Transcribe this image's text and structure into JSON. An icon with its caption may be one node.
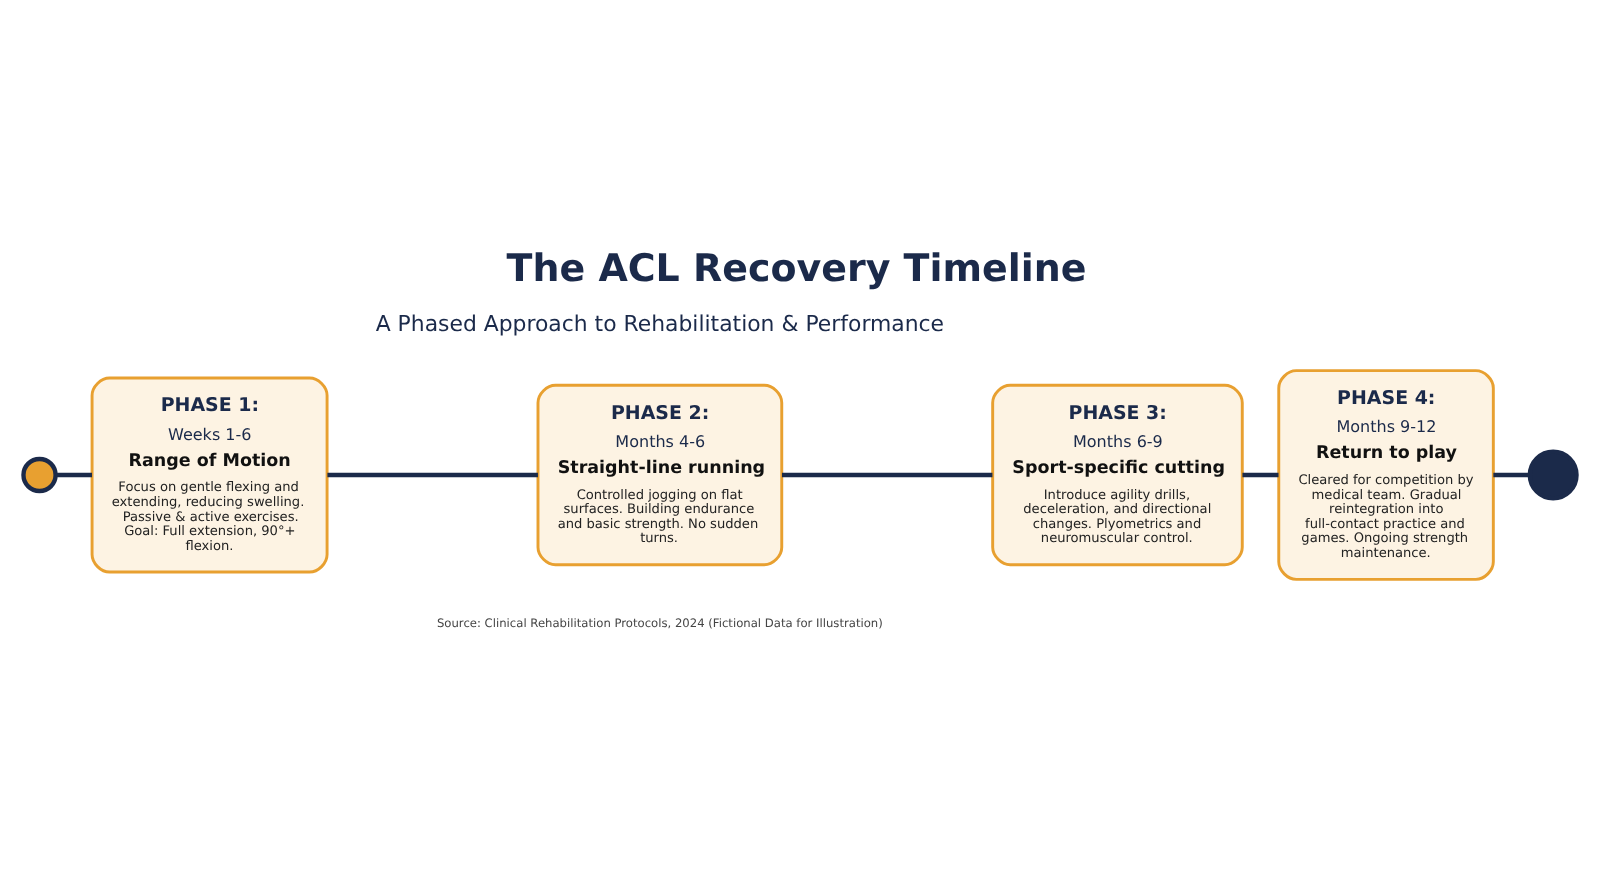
{
  "diagram": {
    "title": "The ACL Recovery Timeline",
    "nodes": [
      {
        "text": [],
        "shape": "circle"
      },
      {
        "text": [
          "PHASE 1:",
          "Weeks 1-6",
          "Range of Motion",
          "Focus on gentle flexing and extending, reducing swelling. Passive & active exercises. Goal: Full extension, 90°+ flexion."
        ]
      },
      {
        "text": [
          "PHASE 2:",
          "Months 4-6",
          "Straight-line running",
          "Controlled jogging on flat surfaces. Building endurance and basic strength. No sudden turns."
        ]
      },
      {
        "text": [
          "PHASE 3:",
          "Months 6-9",
          "Sport-specific cutting",
          "Introduce agility drills, deceleration, and directional changes. Plyometrics and neuromuscular control."
        ]
      },
      {
        "text": [
          "PHASE 4:",
          "Months 9-12",
          "Return to play",
          "Cleared for competition by medical team. Gradual reintegration into full-contact practice and games. Ongoing strength maintenance."
        ]
      },
      {
        "text": [],
        "shape": "circle"
      }
    ],
    "edges": [
      {
        "from": 0,
        "to": 1,
        "arrow": "none"
      },
      {
        "from": 1,
        "to": 2,
        "arrow": "none"
      },
      {
        "from": 2,
        "to": 3,
        "arrow": "none"
      },
      {
        "from": 3,
        "to": 4,
        "arrow": "none"
      },
      {
        "from": 4,
        "to": 5,
        "arrow": "none"
      }
    ],
    "labels": [
      "A Phased Approach to Rehabilitation & Performance",
      "Source: Clinical Rehabilitation Protocols, 2024 (Fictional Data for Illustration)"
    ]
  }
}
